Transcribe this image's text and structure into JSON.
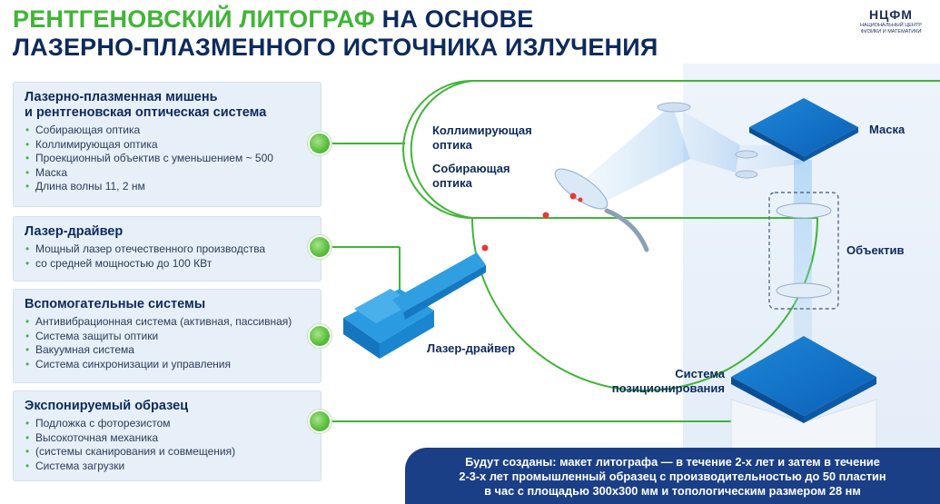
{
  "title": {
    "line1_green": "РЕНТГЕНОВСКИЙ ЛИТОГРАФ",
    "line1_rest": " НА ОСНОВЕ",
    "line2": "ЛАЗЕРНО-ПЛАЗМЕННОГО ИСТОЧНИКА ИЗЛУЧЕНИЯ"
  },
  "logo": {
    "abbr": "НЦФМ",
    "line1": "НАЦИОНАЛЬНЫЙ ЦЕНТР",
    "line2": "ФИЗИКИ И МАТЕМАТИКИ"
  },
  "cards": [
    {
      "title_line1": "Лазерно-плазменная мишень",
      "title_line2": "и рентгеновская оптическая система",
      "items": [
        "Собирающая оптика",
        "Коллимирующая оптика",
        "Проекционный объектив с уменьшением ~ 500",
        "Маска",
        "Длина волны 11, 2 нм"
      ]
    },
    {
      "title_line1": "Лазер-драйвер",
      "items": [
        "Мощный лазер отечественного производства",
        "со средней мощностью до 100 КВт"
      ]
    },
    {
      "title_line1": "Вспомогательные системы",
      "items": [
        "Антивибрационная система (активная, пассивная)",
        "Система защиты оптики",
        "Вакуумная система",
        "Система синхронизации  и управления"
      ]
    },
    {
      "title_line1": "Экспонируемый образец",
      "items": [
        "Подложка с фоторезистом",
        "Высокоточная механика",
        "(системы сканирования и совмещения)",
        "Система загрузки"
      ]
    }
  ],
  "labels": {
    "collimating_1": "Коллимирующая",
    "collimating_2": "оптика",
    "collecting_1": "Собирающая",
    "collecting_2": "оптика",
    "mask": "Маска",
    "objective": "Объектив",
    "laser_driver": "Лазер-драйвер",
    "positioning_1": "Система",
    "positioning_2": "позиционирования"
  },
  "banner": {
    "line1": "Будут созданы: макет литографа — в течение 2-х лет и затем в течение",
    "line2": "2-3-х лет промышленный образец с производительностью до 50 пластин",
    "line3": "в час с площадью 300х300 мм и топологическим размером 28 нм"
  },
  "colors": {
    "navy": "#0d2a5c",
    "green": "#3fb536",
    "card_bg": "#e7eff8",
    "banner_bg": "#1b3f86",
    "device_blue": "#2a9be0"
  },
  "icons": [
    "laser-driver-device",
    "mask-chip",
    "wafer-chip",
    "mirror-optics"
  ]
}
